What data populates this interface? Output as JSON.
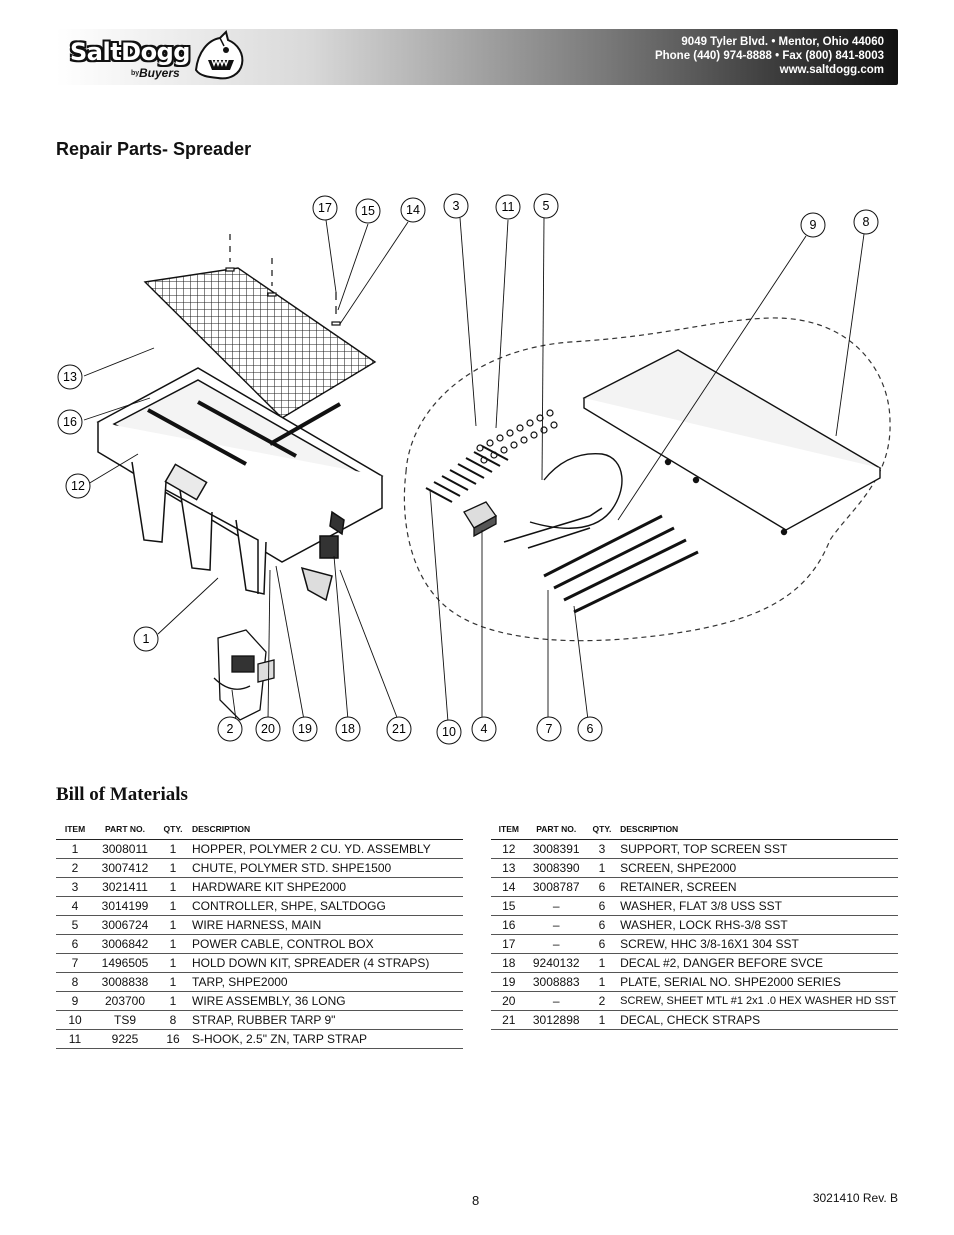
{
  "brand": {
    "name": "SaltDogg",
    "by": "by",
    "maker": "Buyers",
    "address_line": "9049 Tyler Blvd. • Mentor, Ohio 44060",
    "phone_line": "Phone (440) 974-8888 • Fax (800) 841-8003",
    "web_line": "www.saltdogg.com"
  },
  "page_title": "Repair Parts- Spreader",
  "bom_title": "Bill of Materials",
  "callouts": [
    "17",
    "15",
    "14",
    "3",
    "11",
    "5",
    "9",
    "8",
    "13",
    "16",
    "12",
    "1",
    "2",
    "20",
    "19",
    "18",
    "21",
    "10",
    "4",
    "7",
    "6"
  ],
  "columns": {
    "item": "ITEM",
    "part": "PART NO.",
    "qty": "QTY.",
    "desc": "DESCRIPTION"
  },
  "bom_left": [
    {
      "item": "1",
      "part": "3008011",
      "qty": "1",
      "desc": "HOPPER, POLYMER 2 CU. YD. ASSEMBLY"
    },
    {
      "item": "2",
      "part": "3007412",
      "qty": "1",
      "desc": "CHUTE, POLYMER STD. SHPE1500"
    },
    {
      "item": "3",
      "part": "3021411",
      "qty": "1",
      "desc": "HARDWARE KIT SHPE2000"
    },
    {
      "item": "4",
      "part": "3014199",
      "qty": "1",
      "desc": "CONTROLLER, SHPE, SALTDOGG"
    },
    {
      "item": "5",
      "part": "3006724",
      "qty": "1",
      "desc": "WIRE HARNESS, MAIN"
    },
    {
      "item": "6",
      "part": "3006842",
      "qty": "1",
      "desc": "POWER CABLE, CONTROL BOX"
    },
    {
      "item": "7",
      "part": "1496505",
      "qty": "1",
      "desc": "HOLD DOWN KIT, SPREADER (4 STRAPS)"
    },
    {
      "item": "8",
      "part": "3008838",
      "qty": "1",
      "desc": "TARP, SHPE2000"
    },
    {
      "item": "9",
      "part": "203700",
      "qty": "1",
      "desc": "WIRE ASSEMBLY, 36 LONG"
    },
    {
      "item": "10",
      "part": "TS9",
      "qty": "8",
      "desc": "STRAP, RUBBER TARP 9\""
    },
    {
      "item": "11",
      "part": "9225",
      "qty": "16",
      "desc": "S-HOOK, 2.5\" ZN, TARP STRAP"
    }
  ],
  "bom_right": [
    {
      "item": "12",
      "part": "3008391",
      "qty": "3",
      "desc": "SUPPORT, TOP SCREEN SST"
    },
    {
      "item": "13",
      "part": "3008390",
      "qty": "1",
      "desc": "SCREEN, SHPE2000"
    },
    {
      "item": "14",
      "part": "3008787",
      "qty": "6",
      "desc": "RETAINER, SCREEN"
    },
    {
      "item": "15",
      "part": "–",
      "qty": "6",
      "desc": "WASHER, FLAT 3/8 USS SST"
    },
    {
      "item": "16",
      "part": "–",
      "qty": "6",
      "desc": "WASHER, LOCK RHS-3/8 SST"
    },
    {
      "item": "17",
      "part": "–",
      "qty": "6",
      "desc": "SCREW, HHC 3/8-16X1 304 SST"
    },
    {
      "item": "18",
      "part": "9240132",
      "qty": "1",
      "desc": "DECAL #2, DANGER BEFORE SVCE"
    },
    {
      "item": "19",
      "part": "3008883",
      "qty": "1",
      "desc": "PLATE, SERIAL NO. SHPE2000 SERIES"
    },
    {
      "item": "20",
      "part": "–",
      "qty": "2",
      "desc": "SCREW, SHEET MTL #1 2x1 .0 HEX WASHER HD SST"
    },
    {
      "item": "21",
      "part": "3012898",
      "qty": "1",
      "desc": "DECAL, CHECK STRAPS"
    }
  ],
  "footer": {
    "page_number": "8",
    "doc_rev": "3021410  Rev. B"
  }
}
